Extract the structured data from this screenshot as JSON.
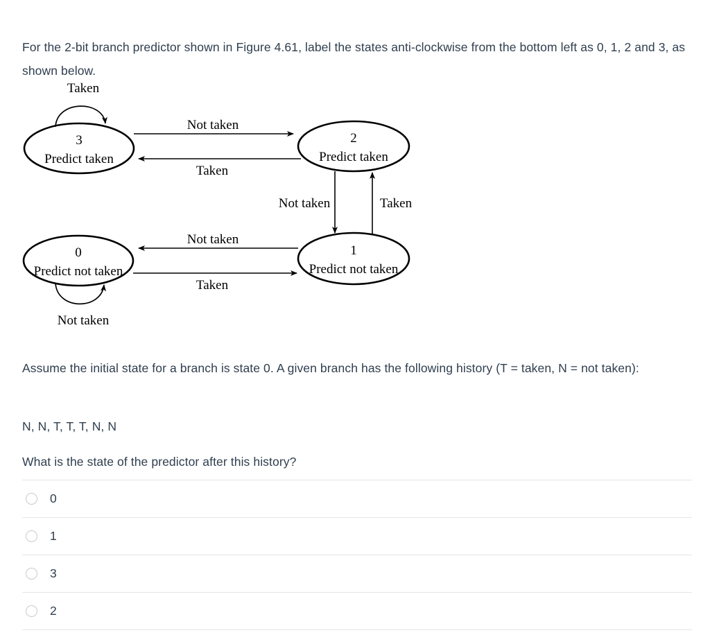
{
  "intro": {
    "text": "For the 2-bit branch predictor shown in Figure 4.61, label the states anti-clockwise from the bottom left as 0, 1, 2 and 3, as shown below."
  },
  "assume": {
    "text": "Assume the initial state for a branch is state 0. A given branch has the following history (T = taken, N = not taken):"
  },
  "history": {
    "text": "N, N, T, T, T, N, N"
  },
  "question": {
    "text": "What is the state of the predictor after this history?"
  },
  "diagram": {
    "title": "2-bit branch predictor state diagram",
    "states": [
      {
        "id": "state-3",
        "number": "3",
        "prediction": "Predict taken"
      },
      {
        "id": "state-2",
        "number": "2",
        "prediction": "Predict taken"
      },
      {
        "id": "state-0",
        "number": "0",
        "prediction": "Predict not taken"
      },
      {
        "id": "state-1",
        "number": "1",
        "prediction": "Predict not taken"
      }
    ],
    "edge_labels": {
      "loop_top": "Taken",
      "top_right": "Not taken",
      "top_left": "Taken",
      "mid_down": "Not taken",
      "mid_up": "Taken",
      "bottom_left": "Not taken",
      "bottom_right": "Taken",
      "loop_bottom": "Not taken"
    },
    "stroke_color": "#000000"
  },
  "options": {
    "items": [
      {
        "label": "0",
        "selected": false
      },
      {
        "label": "1",
        "selected": false
      },
      {
        "label": "3",
        "selected": false
      },
      {
        "label": "2",
        "selected": false
      }
    ]
  },
  "colors": {
    "text": "#2f3e4e",
    "divider": "#e3e5e8",
    "radio_border": "#c7cbd1",
    "background": "#ffffff"
  }
}
